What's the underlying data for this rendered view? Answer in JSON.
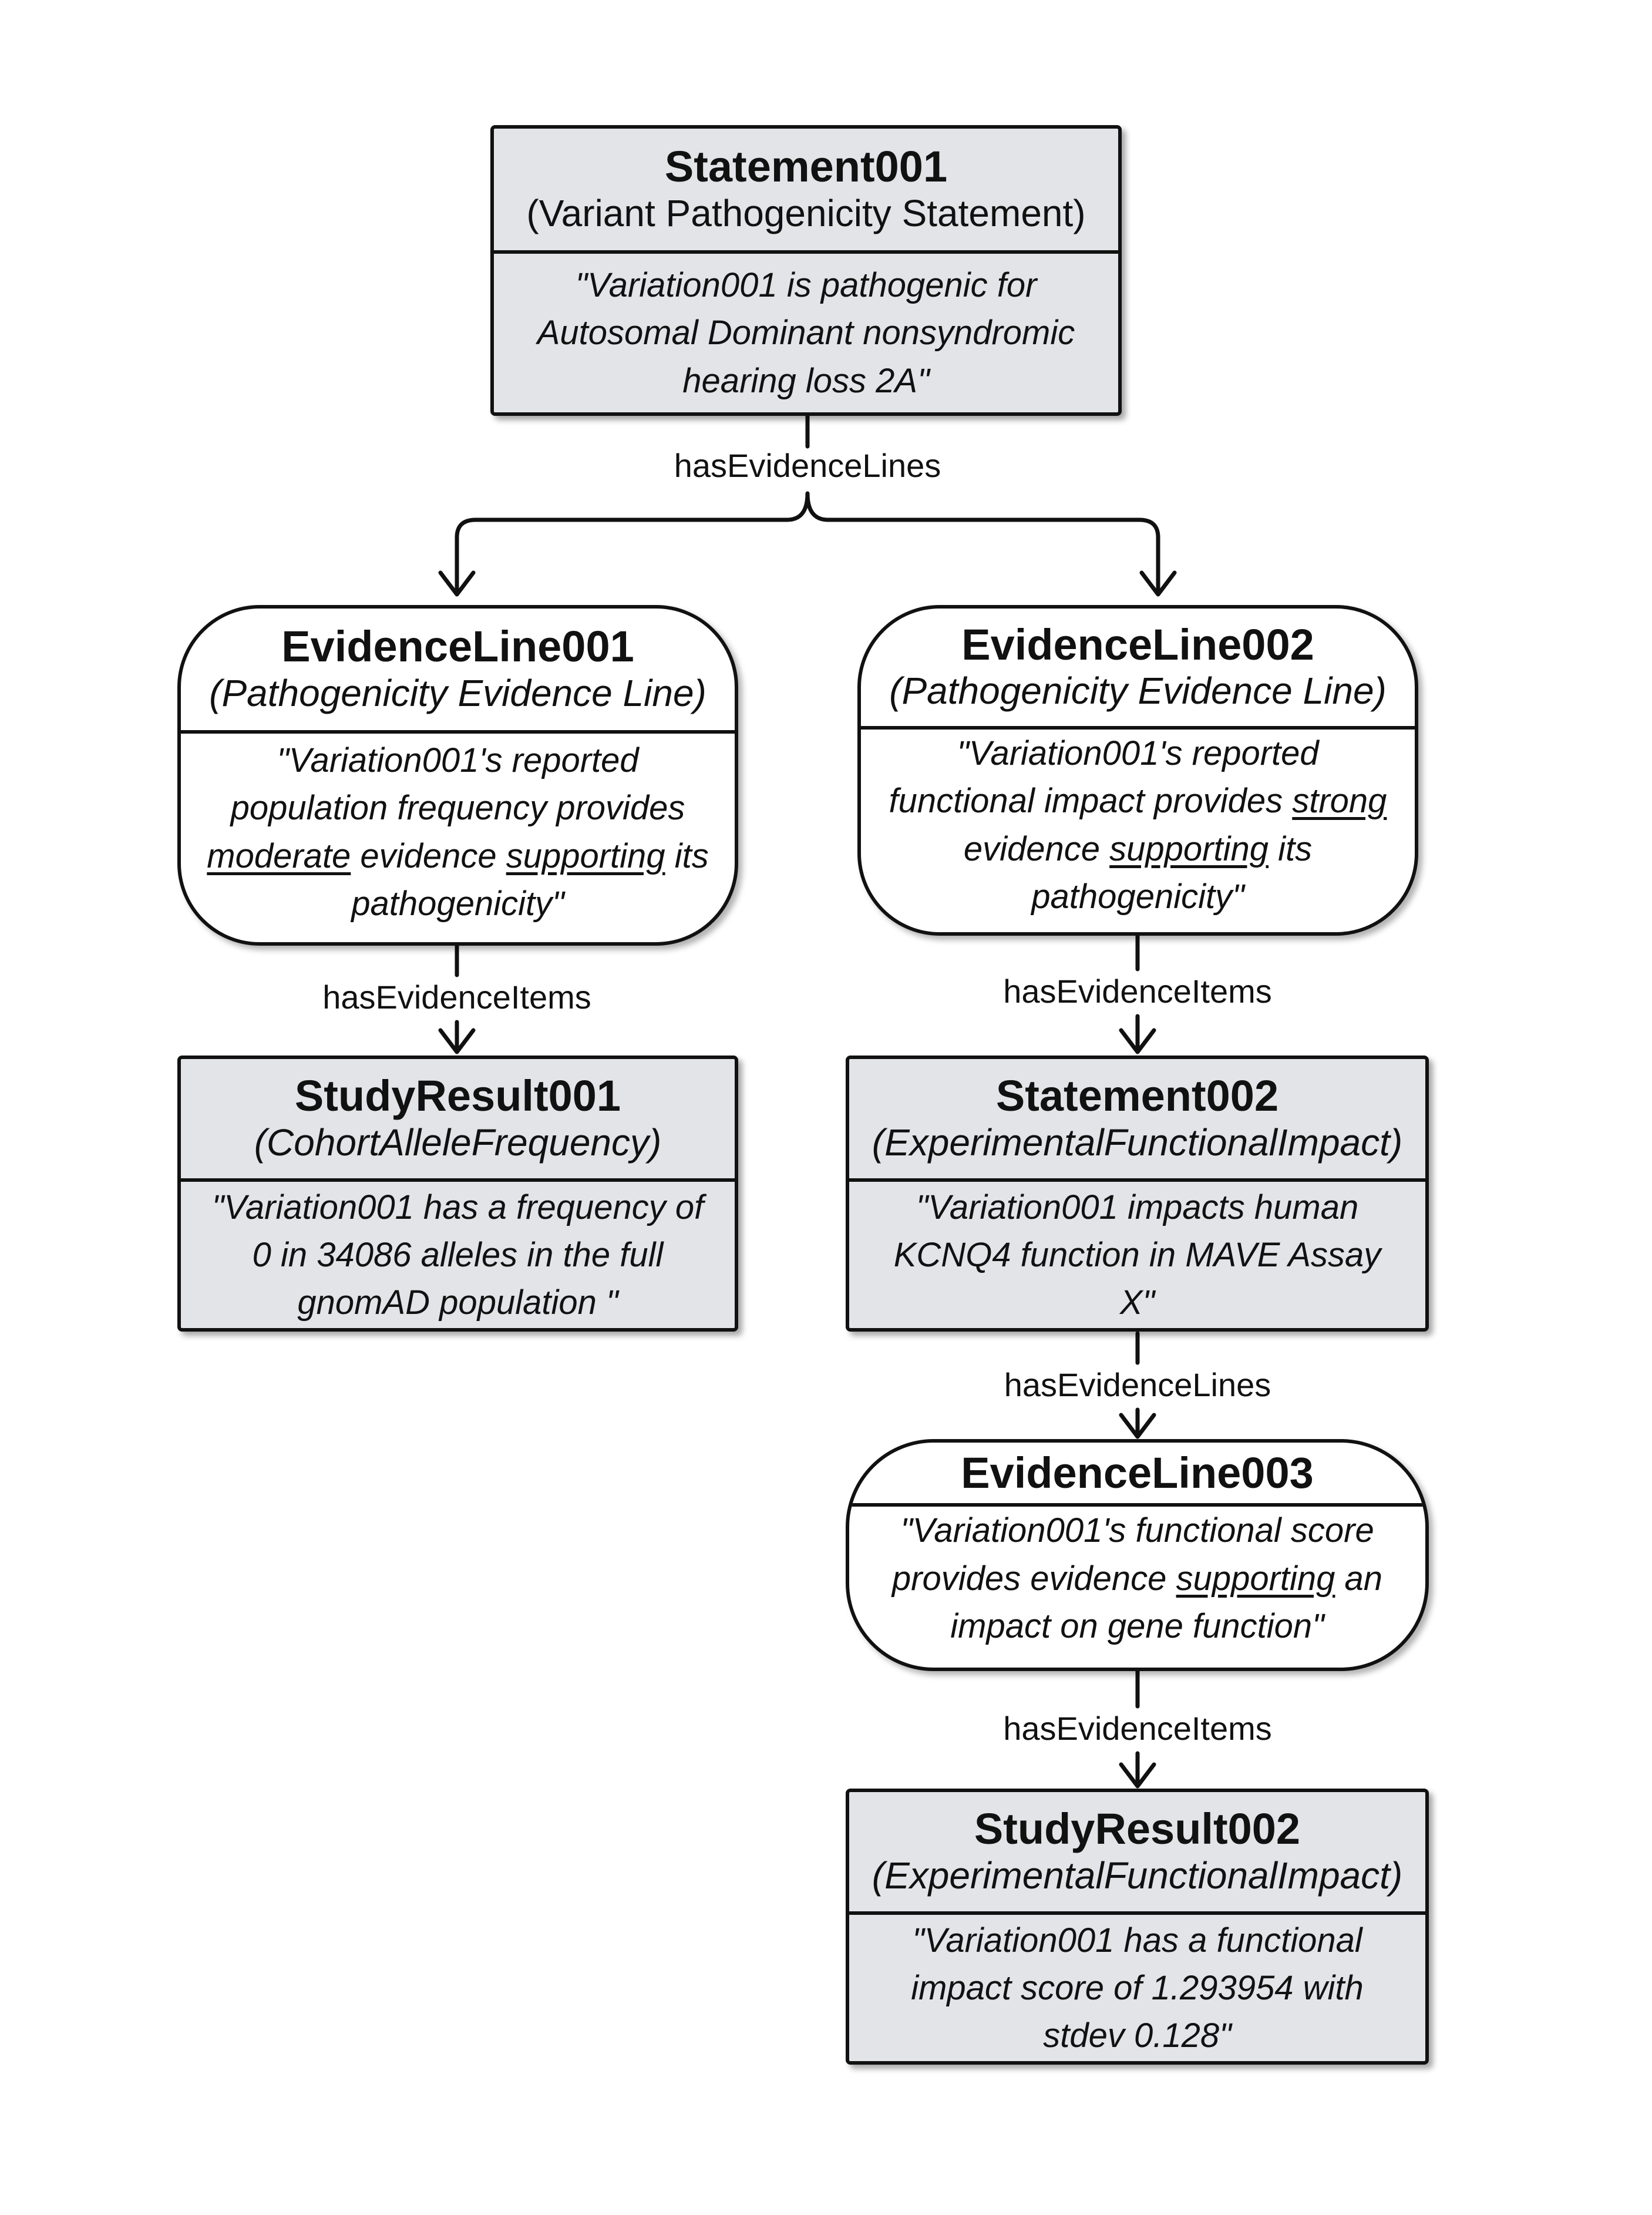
{
  "nodes": {
    "statement001": {
      "title": "Statement001",
      "subtitle": "(Variant Pathogenicity Statement)",
      "text": "\"Variation001 is pathogenic for Autosomal Dominant nonsyndromic hearing loss 2A\""
    },
    "evidence_line001": {
      "title": "EvidenceLine001",
      "subtitle": "(Pathogenicity Evidence Line)",
      "text_parts": [
        "\"Variation001's reported population frequency provides ",
        "moderate",
        " evidence ",
        "supporting",
        " its pathogenicity\""
      ]
    },
    "evidence_line002": {
      "title": "EvidenceLine002",
      "subtitle": "(Pathogenicity Evidence Line)",
      "text_parts": [
        "\"Variation001's reported functional impact provides ",
        "strong",
        " evidence ",
        "supporting",
        " its pathogenicity\""
      ]
    },
    "study_result001": {
      "title": "StudyResult001",
      "subtitle": "(CohortAlleleFrequency)",
      "text": "\"Variation001 has a frequency of 0 in 34086 alleles in the full gnomAD population \""
    },
    "statement002": {
      "title": "Statement002",
      "subtitle": "(ExperimentalFunctionalImpact)",
      "text": "\"Variation001 impacts human KCNQ4 function in MAVE Assay X\""
    },
    "evidence_line003": {
      "title": "EvidenceLine003",
      "text_parts": [
        "\"Variation001's functional score provides evidence ",
        "supporting",
        " an impact on gene function\""
      ]
    },
    "study_result002": {
      "title": "StudyResult002",
      "subtitle": "(ExperimentalFunctionalImpact)",
      "text": "\"Variation001 has a functional impact score of 1.293954 with stdev 0.128\""
    }
  },
  "edge_labels": {
    "statement001_lines": "hasEvidenceLines",
    "line001_items": "hasEvidenceItems",
    "line002_items": "hasEvidenceItems",
    "statement002_lines": "hasEvidenceLines",
    "line003_items": "hasEvidenceItems"
  }
}
